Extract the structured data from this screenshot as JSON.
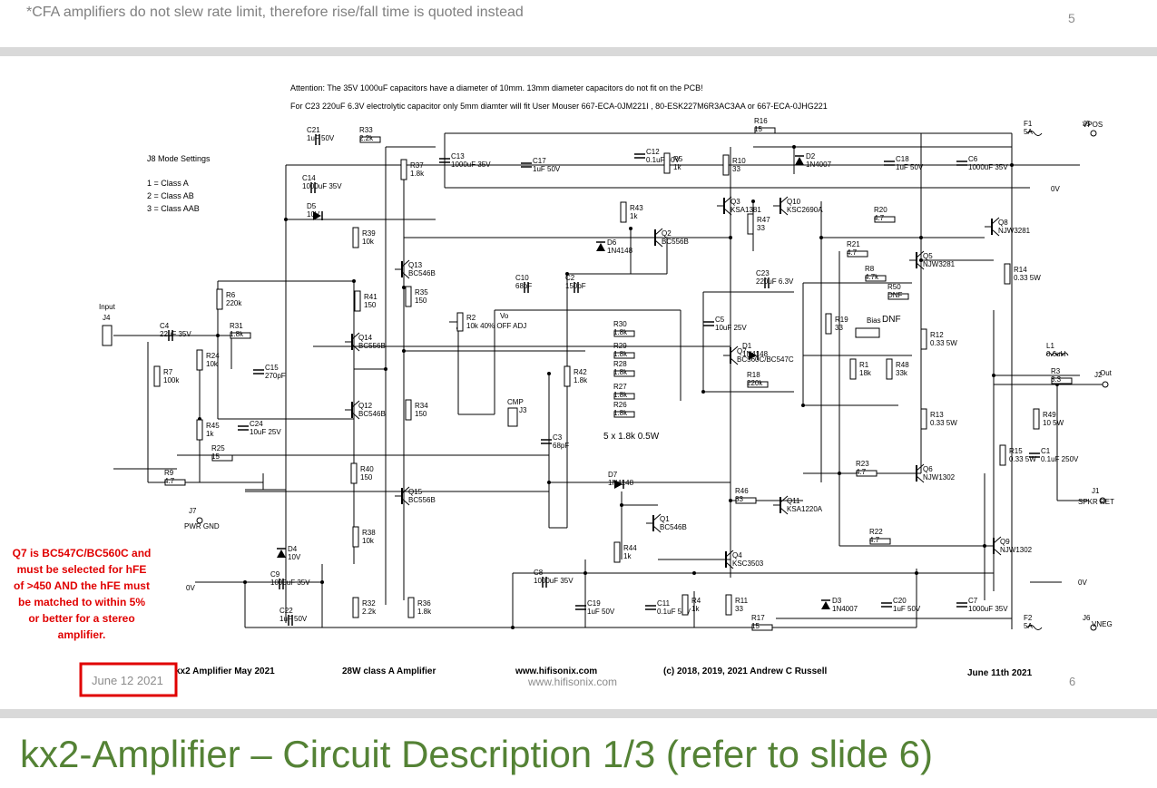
{
  "previous_slide": {
    "note": "*CFA amplifiers do not slew rate limit, therefore rise/fall time is quoted instead",
    "slide_number": "5"
  },
  "schematic": {
    "attention_1": "Attention: The 35V 1000uF capacitors have a diameter of 10mm. 13mm diameter capacitors do not fit on the PCB!",
    "attention_2": "For C23 220uF 6.3V electrolytic capacitor only 5mm diamter will fit User Mouser 667-ECA-0JM221I , 80-ESK227M6R3AC3AA  or 667-ECA-0JHG221",
    "j8_title": "J8 Mode Settings",
    "j8_modes": [
      "1 = Class A",
      "2 = Class AB",
      "3 = Class AAB"
    ],
    "input_label": "Input",
    "input_ref": "J4",
    "resistor_bank_note": "5 x 1.8k 0.5W",
    "q7_note_lines": [
      "Q7 is BC547C/BC560C and",
      "must be selected for  hFE",
      "of >450 AND the hFE must",
      "be matched to within 5%",
      "or better for a stereo",
      "amplifier."
    ],
    "footer_title": "kx2  Amplifier May 2021",
    "footer_desc": "28W class A  Amplifier",
    "footer_web": "www.hifisonix.com",
    "footer_copyright": "(c) 2018, 2019, 2021  Andrew C Russell",
    "footer_date": "June 11th 2021",
    "overlay_date": "June  12 2021",
    "overlay_web": "www.hifisonix.com",
    "overlay_slide_number": "6",
    "labels": {
      "vpos": "VPOS",
      "vneg": "VNEG",
      "out": "Out",
      "spkr_ret": "SPKR RET",
      "pwr_gnd": "PWR GND",
      "zero_v": "0V",
      "vo": "Vo",
      "bias": "Bias",
      "dnf": "DNF",
      "cmp": "CMP",
      "pot": "10k 40% OFF ADJ"
    },
    "components": [
      {
        "ref": "C21",
        "val": "1uF 50V"
      },
      {
        "ref": "R33",
        "val": "2.2k"
      },
      {
        "ref": "C13",
        "val": "1000uF 35V"
      },
      {
        "ref": "C17",
        "val": "1uF 50V"
      },
      {
        "ref": "C12",
        "val": "0.1uF 50V"
      },
      {
        "ref": "R5",
        "val": "1k"
      },
      {
        "ref": "R16",
        "val": "15"
      },
      {
        "ref": "R10",
        "val": "33"
      },
      {
        "ref": "D2",
        "val": "1N4007"
      },
      {
        "ref": "C18",
        "val": "1uF 50V"
      },
      {
        "ref": "C6",
        "val": "1000uF 35V"
      },
      {
        "ref": "F1",
        "val": "5A"
      },
      {
        "ref": "J5",
        "val": "VPOS"
      },
      {
        "ref": "C14",
        "val": "1000uF 35V"
      },
      {
        "ref": "R37",
        "val": "1.8k"
      },
      {
        "ref": "D5",
        "val": "10V"
      },
      {
        "ref": "R39",
        "val": "10k"
      },
      {
        "ref": "R43",
        "val": "1k"
      },
      {
        "ref": "Q3",
        "val": "KSA1381"
      },
      {
        "ref": "Q10",
        "val": "KSC2690A"
      },
      {
        "ref": "R47",
        "val": "33"
      },
      {
        "ref": "R20",
        "val": "4.7"
      },
      {
        "ref": "Q8",
        "val": "NJW3281"
      },
      {
        "ref": "Q2",
        "val": "BC556B"
      },
      {
        "ref": "D6",
        "val": "1N4148"
      },
      {
        "ref": "R21",
        "val": "4.7"
      },
      {
        "ref": "Q5",
        "val": "NJW3281"
      },
      {
        "ref": "Q13",
        "val": "BC546B"
      },
      {
        "ref": "R6",
        "val": "220k"
      },
      {
        "ref": "C10",
        "val": "68pF"
      },
      {
        "ref": "C2",
        "val": "150pF"
      },
      {
        "ref": "C23",
        "val": "220uF 6.3V"
      },
      {
        "ref": "R8",
        "val": "4.7k"
      },
      {
        "ref": "R14",
        "val": "0.33 5W"
      },
      {
        "ref": "R35",
        "val": "150"
      },
      {
        "ref": "R50",
        "val": "DNF"
      },
      {
        "ref": "R41",
        "val": "150"
      },
      {
        "ref": "C4",
        "val": "22uF 35V"
      },
      {
        "ref": "R2",
        "val": "10k 40% OFF ADJ"
      },
      {
        "ref": "R30",
        "val": "1.8k"
      },
      {
        "ref": "C5",
        "val": "10uF 25V"
      },
      {
        "ref": "R19",
        "val": "33"
      },
      {
        "ref": "R31",
        "val": "1.8k"
      },
      {
        "ref": "Q14",
        "val": "BC556B"
      },
      {
        "ref": "Q7",
        "val": "BC560C/BC547C"
      },
      {
        "ref": "D1",
        "val": "1N4148"
      },
      {
        "ref": "R12",
        "val": "0.33 5W"
      },
      {
        "ref": "L1",
        "val": "0.6uH"
      },
      {
        "ref": "R24",
        "val": "10k"
      },
      {
        "ref": "R29",
        "val": "1.8k"
      },
      {
        "ref": "R7",
        "val": "100k"
      },
      {
        "ref": "C15",
        "val": "270pF"
      },
      {
        "ref": "R28",
        "val": "1.8k"
      },
      {
        "ref": "R1",
        "val": "18k"
      },
      {
        "ref": "R48",
        "val": "33k"
      },
      {
        "ref": "R3",
        "val": "3.3"
      },
      {
        "ref": "R42",
        "val": "1.8k"
      },
      {
        "ref": "R18",
        "val": "220k"
      },
      {
        "ref": "R27",
        "val": "1.8k"
      },
      {
        "ref": "J3",
        "val": "CMP"
      },
      {
        "ref": "Q12",
        "val": "BC546B"
      },
      {
        "ref": "R34",
        "val": "150"
      },
      {
        "ref": "R26",
        "val": "1.8k"
      },
      {
        "ref": "R13",
        "val": "0.33 5W"
      },
      {
        "ref": "R49",
        "val": "10 5W"
      },
      {
        "ref": "R45",
        "val": "1k"
      },
      {
        "ref": "C24",
        "val": "10uF 25V"
      },
      {
        "ref": "C3",
        "val": "68pF"
      },
      {
        "ref": "C1",
        "val": "0.1uF 250V"
      },
      {
        "ref": "R15",
        "val": "0.33 5W"
      },
      {
        "ref": "R25",
        "val": "15"
      },
      {
        "ref": "R9",
        "val": "4.7"
      },
      {
        "ref": "R40",
        "val": "150"
      },
      {
        "ref": "D7",
        "val": "1N4148"
      },
      {
        "ref": "R23",
        "val": "4.7"
      },
      {
        "ref": "Q15",
        "val": "BC556B"
      },
      {
        "ref": "R46",
        "val": "33"
      },
      {
        "ref": "Q11",
        "val": "KSA1220A"
      },
      {
        "ref": "Q6",
        "val": "NJW1302"
      },
      {
        "ref": "J7",
        "val": "PWR GND"
      },
      {
        "ref": "D4",
        "val": "10V"
      },
      {
        "ref": "Q1",
        "val": "BC546B"
      },
      {
        "ref": "R38",
        "val": "10k"
      },
      {
        "ref": "Q4",
        "val": "KSC3503"
      },
      {
        "ref": "R22",
        "val": "4.7"
      },
      {
        "ref": "Q9",
        "val": "NJW1302"
      },
      {
        "ref": "R44",
        "val": "1k"
      },
      {
        "ref": "C9",
        "val": "1000uF 35V"
      },
      {
        "ref": "C8",
        "val": "1000uF 35V"
      },
      {
        "ref": "C22",
        "val": "1uF 50V"
      },
      {
        "ref": "C19",
        "val": "1uF 50V"
      },
      {
        "ref": "R32",
        "val": "2.2k"
      },
      {
        "ref": "R36",
        "val": "1.8k"
      },
      {
        "ref": "C11",
        "val": "0.1uF 50V"
      },
      {
        "ref": "R4",
        "val": "1k"
      },
      {
        "ref": "R11",
        "val": "33"
      },
      {
        "ref": "D3",
        "val": "1N4007"
      },
      {
        "ref": "C20",
        "val": "1uF 50V"
      },
      {
        "ref": "C7",
        "val": "1000uF 35V"
      },
      {
        "ref": "F2",
        "val": "5A"
      },
      {
        "ref": "J6",
        "val": "VNEG"
      },
      {
        "ref": "R17",
        "val": "15"
      },
      {
        "ref": "J2",
        "val": "Out"
      },
      {
        "ref": "J1",
        "val": "SPKR RET"
      }
    ]
  },
  "slide_title": "kx2-Amplifier – Circuit Description 1/3  (refer to slide 6)",
  "colors": {
    "title": "#548235",
    "highlight_box": "#e00000",
    "note_text": "#e00000",
    "gap": "#d9d9d9"
  }
}
